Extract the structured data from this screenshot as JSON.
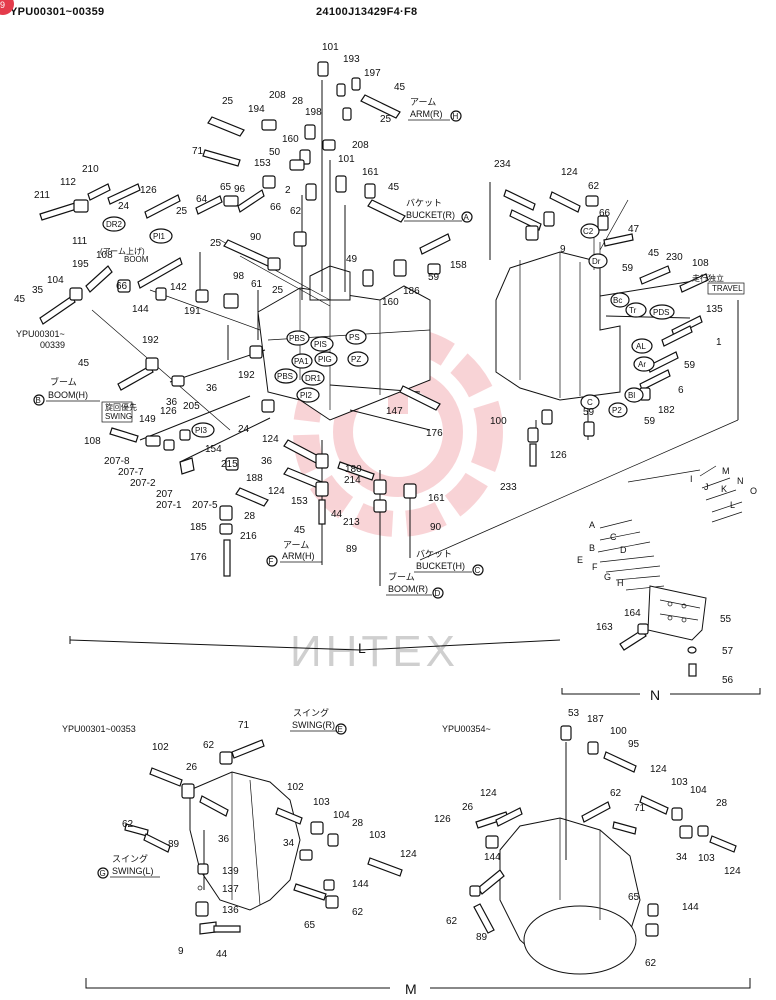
{
  "header": {
    "serial_range": "YPU00301~00359",
    "drawing_code": "24100J13429F4·F8",
    "badge": "9"
  },
  "watermark": "ИНТЕХ",
  "sections": {
    "L": "L",
    "M": "M",
    "N": "N"
  },
  "serial_notes": {
    "upper_left": "YPU00301~\n00339",
    "lower_left": "YPU00301~00353",
    "lower_right": "YPU00354~"
  },
  "callouts": {
    "arm_r": {
      "jp": "アーム",
      "en": "ARM(R)",
      "ref": "H"
    },
    "bucket_r": {
      "jp": "バケット",
      "en": "BUCKET(R)",
      "ref": "A"
    },
    "boom_h": {
      "jp": "ブーム",
      "en": "BOOM(H)",
      "ref": "B"
    },
    "arm_h": {
      "jp": "アーム",
      "en": "ARM(H)",
      "ref": "F"
    },
    "bucket_h": {
      "jp": "バケット",
      "en": "BUCKET(H)",
      "ref": "C"
    },
    "boom_r": {
      "jp": "ブーム",
      "en": "BOOM(R)",
      "ref": "D"
    },
    "swing_r": {
      "jp": "スイング",
      "en": "SWING(R)",
      "ref": "E"
    },
    "swing_l": {
      "jp": "スイング",
      "en": "SWING(L)",
      "ref": "G"
    },
    "boom_up": {
      "jp": "(アーム上げ)",
      "en": "BOOM"
    },
    "swing_pri": {
      "jp": "旋回優先",
      "en": "SWING"
    },
    "travel": {
      "jp": "走行独立",
      "en": "TRAVEL"
    }
  },
  "ports_main": [
    "PBS",
    "PIS",
    "PIG",
    "PA1",
    "PS",
    "PZ",
    "PBS",
    "DR1",
    "PI2",
    "PI1",
    "DR2",
    "PI3"
  ],
  "ports_right": [
    "C2",
    "Dr",
    "Bc",
    "Tr",
    "PDS",
    "AL",
    "Ar",
    "Bl",
    "C",
    "P2"
  ],
  "legend_letters": [
    "A",
    "B",
    "C",
    "D",
    "E",
    "F",
    "G",
    "H",
    "I",
    "J",
    "K",
    "L",
    "M",
    "N",
    "O"
  ],
  "parts": {
    "p101a": "101",
    "p193": "193",
    "p197": "197",
    "p45a": "45",
    "p25a": "25",
    "p194": "194",
    "p208a": "208",
    "p28a": "28",
    "p198": "198",
    "p25b": "25",
    "p160a": "160",
    "p208b": "208",
    "p71a": "71",
    "p50": "50",
    "p153a": "153",
    "p101b": "101",
    "p210": "210",
    "p112": "112",
    "p211": "211",
    "p65a": "65",
    "p96": "96",
    "p161a": "161",
    "p45b": "45",
    "p126a": "126",
    "p64": "64",
    "p2": "2",
    "p66a": "66",
    "p24a": "24",
    "p25c": "25",
    "p62a": "62",
    "p111": "111",
    "p108a": "108",
    "p195": "195",
    "p90a": "90",
    "p49": "49",
    "p104a": "104",
    "p35": "35",
    "p66b": "66",
    "p25d": "25",
    "p98": "98",
    "p59a": "59",
    "p158": "158",
    "p45c": "45",
    "p144a": "144",
    "p142": "142",
    "p61": "61",
    "p25e": "25",
    "p186": "186",
    "p160b": "160",
    "p191": "191",
    "p45d": "45",
    "p192a": "192",
    "p36a": "36",
    "p192b": "192",
    "p149": "149",
    "p126b": "126",
    "p36b": "36",
    "p205": "205",
    "p108b": "108",
    "p154": "154",
    "p24b": "24",
    "p124a": "124",
    "p147": "147",
    "p176a": "176",
    "p207_8": "207-8",
    "p207_7": "207-7",
    "p207_2": "207-2",
    "p207": "207",
    "p207_1": "207-1",
    "p207_5": "207-5",
    "p215": "215",
    "p188": "188",
    "p36c": "36",
    "p180": "180",
    "p124b": "124",
    "p214": "214",
    "p153b": "153",
    "p44": "44",
    "p161b": "161",
    "p28b": "28",
    "p213": "213",
    "p185": "185",
    "p216": "216",
    "p45e": "45",
    "p90b": "90",
    "p176b": "176",
    "p89a": "89",
    "p234": "234",
    "p124c": "124",
    "p62b": "62",
    "p66c": "66",
    "p47": "47",
    "p9a": "9",
    "p45f": "45",
    "p230": "230",
    "p108c": "108",
    "p59b": "59",
    "p135": "135",
    "p1": "1",
    "p59c": "59",
    "p6": "6",
    "p182": "182",
    "p59d": "59",
    "p100a": "100",
    "p59e": "59",
    "p233": "233",
    "p126c": "126",
    "p164": "164",
    "p55": "55",
    "p163": "163",
    "p57": "57",
    "p56": "56",
    "p71b": "71",
    "p102a": "102",
    "p62c": "62",
    "p26a": "26",
    "p36d": "36",
    "p102b": "102",
    "p103a": "103",
    "p104b": "104",
    "p28c": "28",
    "p62d": "62",
    "p34a": "34",
    "p103b": "103",
    "p89b": "89",
    "p124d": "124",
    "p139": "139",
    "p137": "137",
    "p144b": "144",
    "p136": "136",
    "p65b": "65",
    "p62e": "62",
    "p9b": "9",
    "p44b": "44",
    "p53": "53",
    "p187": "187",
    "p100b": "100",
    "p95": "95",
    "p124e": "124",
    "p26b": "26",
    "p124f": "124",
    "p103c": "103",
    "p126d": "126",
    "p62f": "62",
    "p104c": "104",
    "p71c": "71",
    "p28d": "28",
    "p144c": "144",
    "p34b": "34",
    "p103d": "103",
    "p124g": "124",
    "p62g": "62",
    "p65c": "65",
    "p144d": "144",
    "p89c": "89",
    "p62h": "62"
  }
}
